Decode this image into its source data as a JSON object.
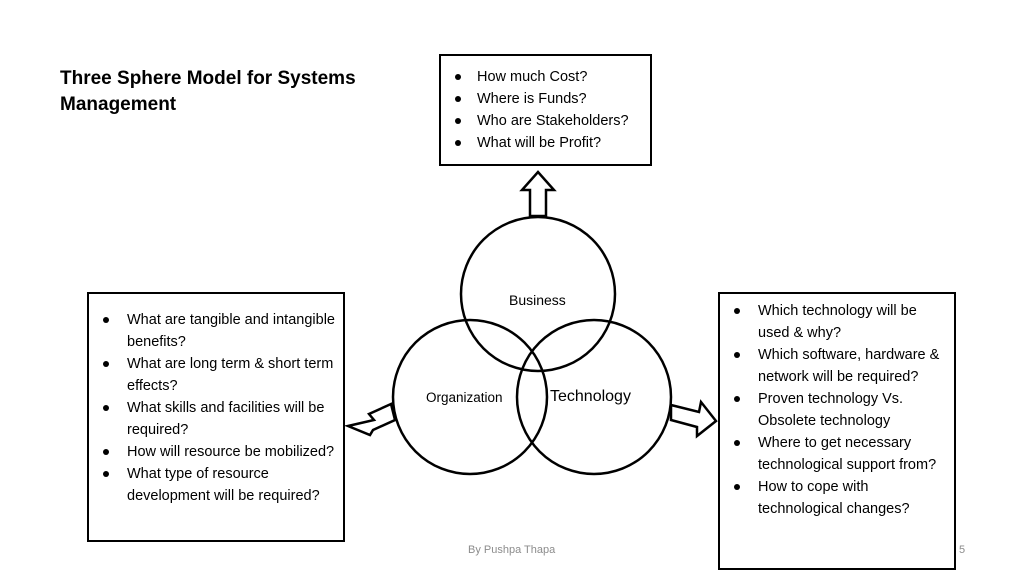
{
  "title": "Three Sphere Model for Systems Management",
  "spheres": {
    "business": "Business",
    "organization": "Organization",
    "technology": "Technology"
  },
  "business_questions": [
    "How much Cost?",
    "Where is Funds?",
    "Who are Stakeholders?",
    "What will be Profit?"
  ],
  "organization_questions": [
    "What are tangible and intangible benefits?",
    "What are long term & short term effects?",
    "What skills and facilities will be required?",
    "How will resource be mobilized?",
    "What type of resource development will be required?"
  ],
  "technology_questions": [
    "Which technology will be used & why?",
    "Which software, hardware & network will be required?",
    "Proven technology Vs. Obsolete technology",
    "Where to get necessary technological support from?",
    "How to cope with technological changes?"
  ],
  "footer": {
    "author": "By Pushpa Thapa",
    "page_number": "5"
  }
}
